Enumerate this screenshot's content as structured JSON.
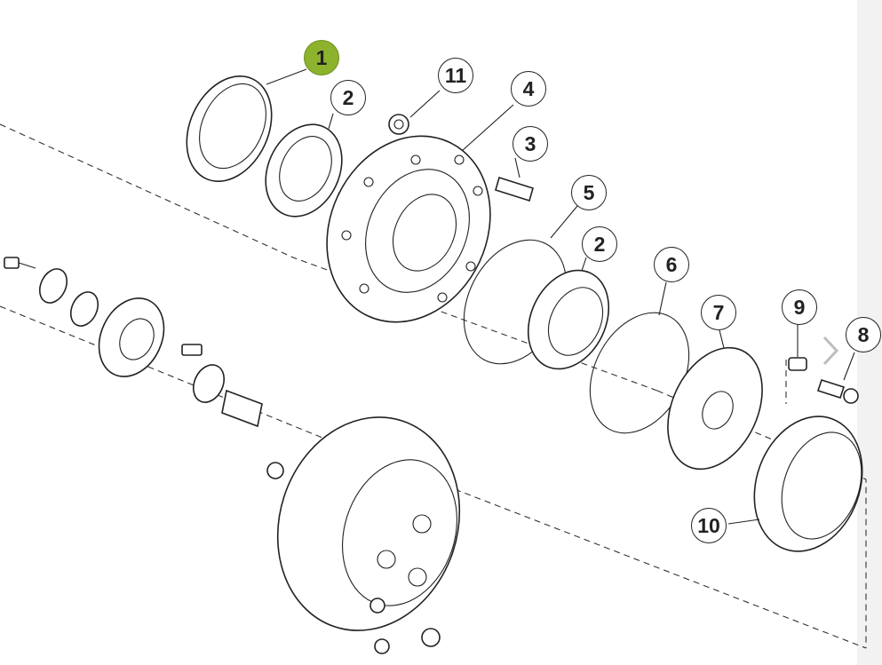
{
  "diagram": {
    "callouts": [
      {
        "id": "c1",
        "label": "1",
        "active": true
      },
      {
        "id": "c2a",
        "label": "2"
      },
      {
        "id": "c11",
        "label": "11"
      },
      {
        "id": "c4",
        "label": "4"
      },
      {
        "id": "c3",
        "label": "3"
      },
      {
        "id": "c5",
        "label": "5"
      },
      {
        "id": "c2b",
        "label": "2"
      },
      {
        "id": "c6",
        "label": "6"
      },
      {
        "id": "c7",
        "label": "7"
      },
      {
        "id": "c9",
        "label": "9"
      },
      {
        "id": "c8",
        "label": "8"
      },
      {
        "id": "c10",
        "label": "10"
      }
    ],
    "active_color": "#8db32e",
    "next_icon": "chevron-right-icon"
  }
}
